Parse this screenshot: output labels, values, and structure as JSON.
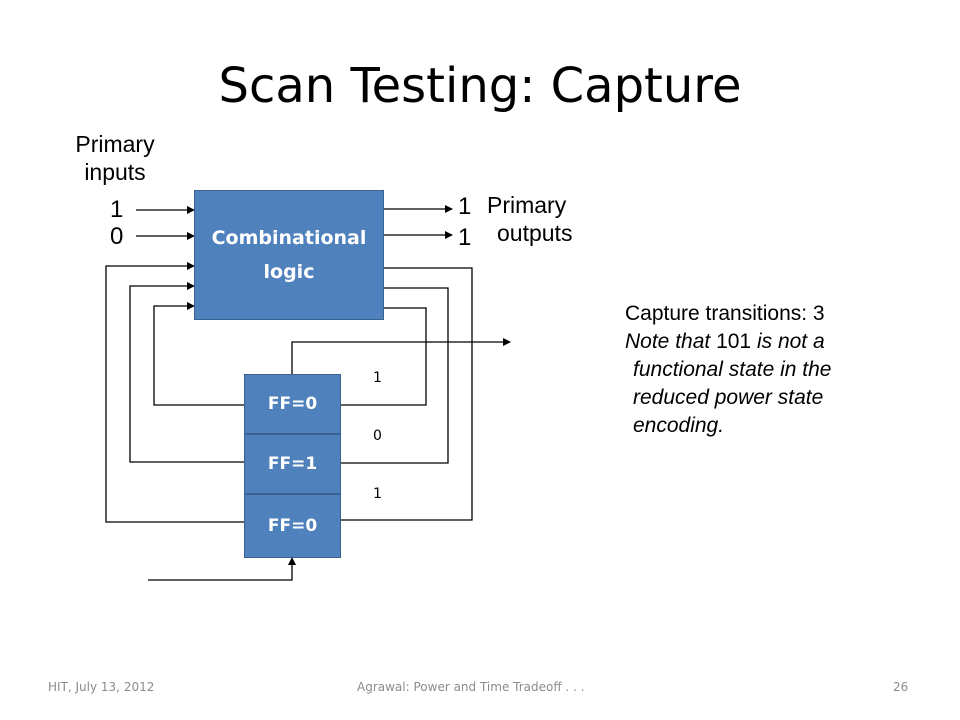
{
  "slide": {
    "title": "Scan Testing: Capture",
    "primary_inputs_label": [
      "Primary",
      "inputs"
    ],
    "input_values": [
      "1",
      "0"
    ],
    "output_values": [
      "1",
      "1"
    ],
    "primary_outputs_label": [
      "Primary",
      "outputs"
    ],
    "combinational_logic": [
      "Combinational",
      "logic"
    ],
    "flip_flops": [
      "FF=0",
      "FF=1",
      "FF=0"
    ],
    "captured_bits": [
      "1",
      "0",
      "1"
    ],
    "note": {
      "line1": "Capture transitions: 3",
      "line2_a": "Note that ",
      "line2_b": "101",
      "line2_c": " is not a",
      "line3": "functional state in the",
      "line4": "reduced power state",
      "line5": "encoding."
    }
  },
  "footer": {
    "left": "HIT, July 13, 2012",
    "center": "Agrawal: Power and Time Tradeoff . . .",
    "page": "26"
  }
}
